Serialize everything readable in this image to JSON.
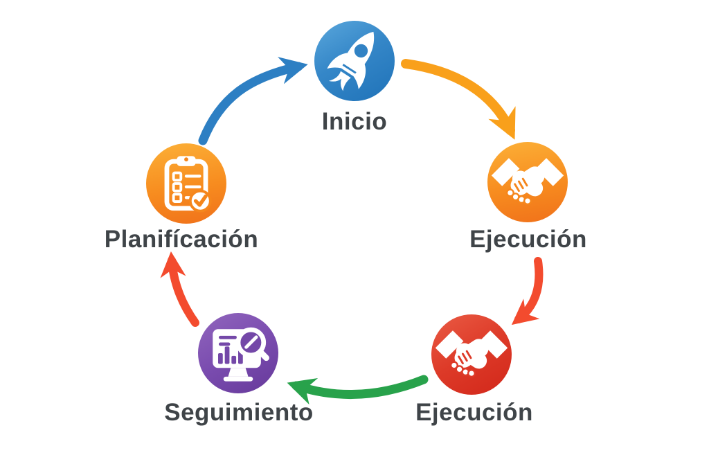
{
  "diagram": {
    "type": "cycle",
    "background": "#ffffff",
    "label_color": "#3f4448"
  },
  "nodes": [
    {
      "id": "inicio",
      "label": "Inicio",
      "icon": "rocket-icon",
      "color": "#3587c8",
      "gradient_top": "#5aa7dc",
      "gradient_bottom": "#1f72b8"
    },
    {
      "id": "ejecucion-right",
      "label": "Ejecución",
      "icon": "handshake-icon",
      "color": "#f78c1f",
      "gradient_top": "#fcb037",
      "gradient_bottom": "#f0711a"
    },
    {
      "id": "ejecucion-bottom",
      "label": "Ejecución",
      "icon": "handshake-icon",
      "color": "#dd3a28",
      "gradient_top": "#ea5b44",
      "gradient_bottom": "#d2271a"
    },
    {
      "id": "seguimiento",
      "label": "Seguimiento",
      "icon": "monitor-analytics-icon",
      "color": "#7a4caf",
      "gradient_top": "#9166bd",
      "gradient_bottom": "#66399a"
    },
    {
      "id": "planificacion",
      "label": "Planifícación",
      "icon": "clipboard-checklist-icon",
      "color": "#f78c1f",
      "gradient_top": "#fcb037",
      "gradient_bottom": "#f0711a"
    }
  ],
  "arrows": [
    {
      "from": "planificacion",
      "to": "inicio",
      "color": "#2d7fc3"
    },
    {
      "from": "inicio",
      "to": "ejecucion-right",
      "color": "#f9a01b"
    },
    {
      "from": "ejecucion-right",
      "to": "ejecucion-bottom",
      "color": "#f34b2e"
    },
    {
      "from": "ejecucion-bottom",
      "to": "seguimiento",
      "color": "#28a24b"
    },
    {
      "from": "seguimiento",
      "to": "planificacion",
      "color": "#f34b2e"
    }
  ]
}
